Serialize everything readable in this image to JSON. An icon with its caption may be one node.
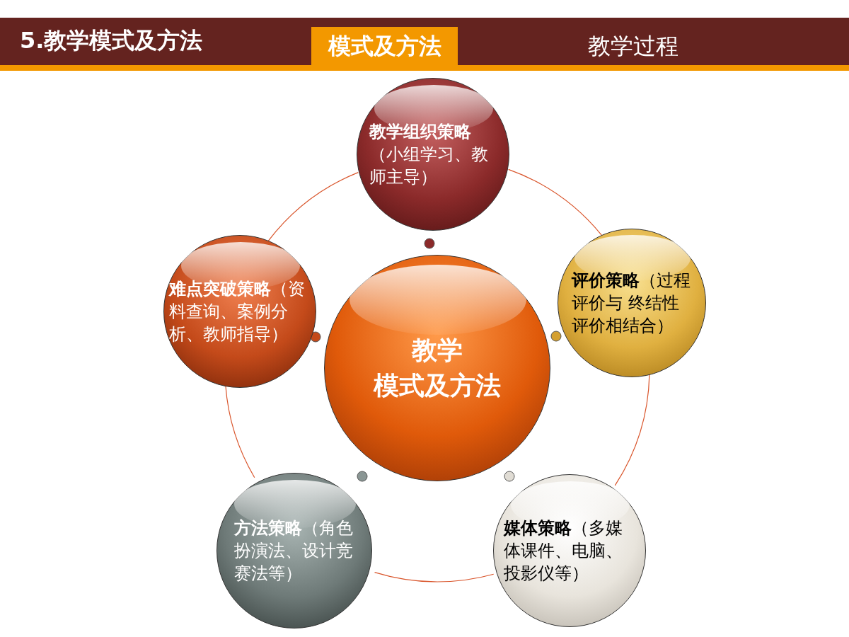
{
  "diagram": {
    "title": "5.教学模式及方法",
    "nodes": [
      {
        "text": [
          "教学模式及方法"
        ]
      },
      {
        "text": [
          "**教学组织策略**（小组学习、教师主导）"
        ]
      },
      {
        "text": [
          "**评价策略**（过程评价与 终结性评价相结合）"
        ]
      },
      {
        "text": [
          "**媒体策略**（多媒体课件、电脑、投影仪等）"
        ]
      },
      {
        "text": [
          "**方法策略**（角色扮演法、设计竞赛法等）"
        ]
      },
      {
        "text": [
          "**难点突破策略**（资料查询、案例分析、教师指导）"
        ]
      }
    ],
    "edges": [
      {
        "from": 1,
        "to": 2,
        "arrow": "none"
      },
      {
        "from": 2,
        "to": 3,
        "arrow": "none"
      },
      {
        "from": 3,
        "to": 4,
        "arrow": "none"
      },
      {
        "from": 4,
        "to": 5,
        "arrow": "none"
      },
      {
        "from": 5,
        "to": 1,
        "arrow": "none"
      }
    ],
    "labels": [
      "模式及方法",
      "教学过程"
    ]
  }
}
